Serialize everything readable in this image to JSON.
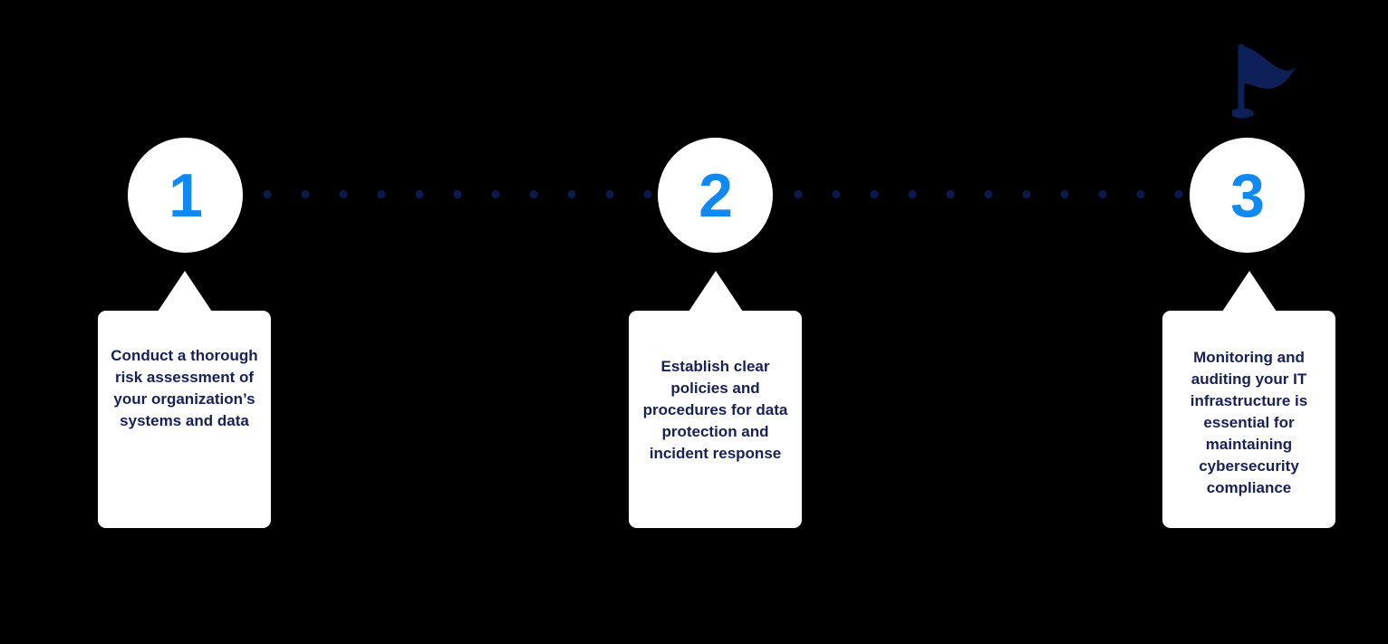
{
  "colors": {
    "background": "#000000",
    "card_background": "#ffffff",
    "circle_background": "#ffffff",
    "number_blue": "#1089f0",
    "text_navy": "#16215b",
    "dot_navy": "#0a1a4e",
    "flag_navy": "#0d2158"
  },
  "flag": {
    "icon": "flag-icon"
  },
  "steps": [
    {
      "number": "1",
      "text": "Conduct a thorough risk assessment of your organization’s systems and data"
    },
    {
      "number": "2",
      "text": "Establish clear policies and procedures for data protection and incident response"
    },
    {
      "number": "3",
      "text": "Monitoring and auditing your IT infrastructure is essential for maintaining cybersecurity compliance"
    }
  ]
}
